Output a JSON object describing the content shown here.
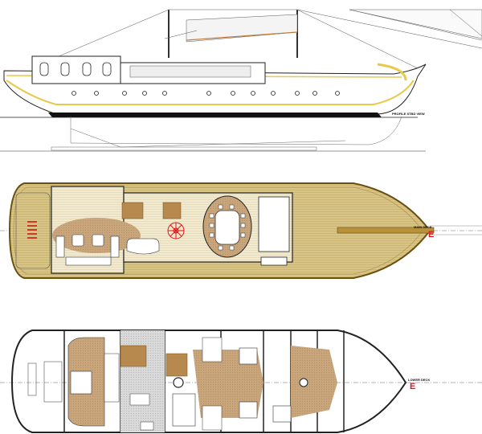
{
  "drawing": {
    "profile": {
      "label": "PROFILE STBD VIEW"
    },
    "main_deck": {
      "label": "MAIN DECK",
      "centerline_mark": "E"
    },
    "lower_deck": {
      "label": "LOWER DECK",
      "centerline_mark": "E"
    }
  },
  "colors": {
    "teak": "#d8c486",
    "teak_stripe": "#c4ad66",
    "carpet": "#c9a57c",
    "hull_stripe": "#e8c94a",
    "centerline": "#e0161b",
    "service_grey": "#d6d6d6"
  }
}
